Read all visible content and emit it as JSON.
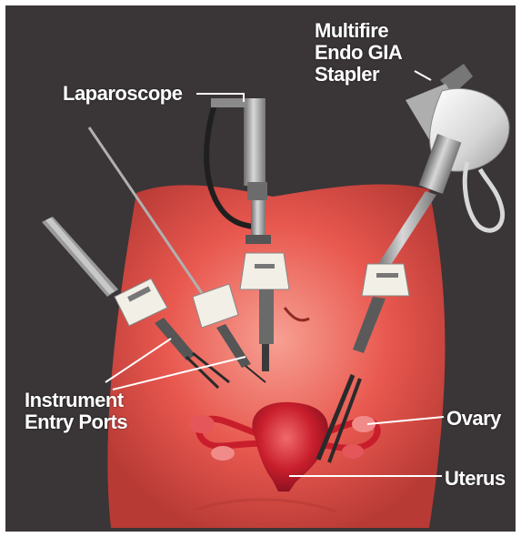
{
  "labels": {
    "laparoscope": "Laparoscope",
    "stapler": [
      "Multifire",
      "Endo GIA",
      "Stapler"
    ],
    "ports": [
      "Instrument",
      "Entry Ports"
    ],
    "ovary": "Ovary",
    "uterus": "Uterus"
  },
  "colors": {
    "background": "#3a3537",
    "skin": "#e8584f",
    "skin_light": "#f48b7f",
    "skin_dark": "#b83a35",
    "instrument": "#8f8f8f",
    "port_body": "#f2efe6",
    "uterus": "#c81e2c",
    "label_text": "#ffffff",
    "leader_line": "#ffffff"
  }
}
